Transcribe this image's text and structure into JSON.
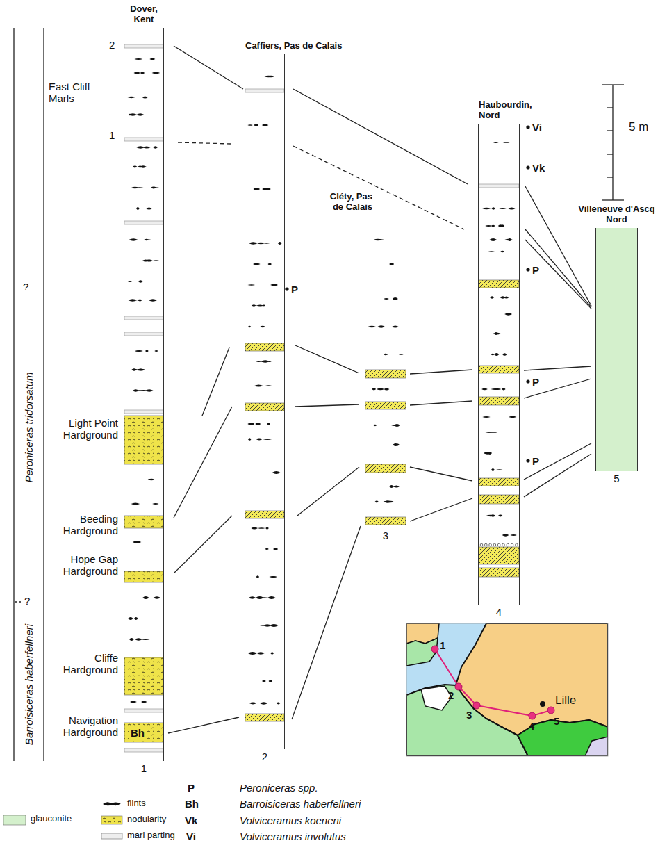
{
  "diagram": {
    "nodes": [
      {
        "text": [
          "Dover, Kent",
          "1"
        ]
      },
      {
        "text": [
          "Caffiers, Pas de Calais",
          "2"
        ]
      },
      {
        "text": [
          "Cléty, Pas de Calais",
          "3"
        ]
      },
      {
        "text": [
          "Haubourdin, Nord",
          "4"
        ]
      },
      {
        "text": [
          "Villeneuve d'Ascq Nord",
          "5"
        ]
      }
    ],
    "edges": [
      {
        "from": 0,
        "to": 1,
        "arrow": "none"
      },
      {
        "from": 0,
        "to": 1,
        "arrow": "none"
      },
      {
        "from": 0,
        "to": 1,
        "arrow": "none"
      },
      {
        "from": 0,
        "to": 1,
        "arrow": "none"
      },
      {
        "from": 0,
        "to": 1,
        "arrow": "none"
      },
      {
        "from": 0,
        "to": 1,
        "arrow": "none"
      },
      {
        "from": 1,
        "to": 3,
        "arrow": "none"
      },
      {
        "from": 1,
        "to": 3,
        "arrow": "none"
      },
      {
        "from": 1,
        "to": 2,
        "arrow": "none"
      },
      {
        "from": 1,
        "to": 2,
        "arrow": "none"
      },
      {
        "from": 1,
        "to": 2,
        "arrow": "none"
      },
      {
        "from": 1,
        "to": 2,
        "arrow": "none"
      },
      {
        "from": 2,
        "to": 3,
        "arrow": "none"
      },
      {
        "from": 2,
        "to": 3,
        "arrow": "none"
      },
      {
        "from": 2,
        "to": 3,
        "arrow": "none"
      },
      {
        "from": 2,
        "to": 3,
        "arrow": "none"
      },
      {
        "from": 3,
        "to": 4,
        "arrow": "none"
      },
      {
        "from": 3,
        "to": 4,
        "arrow": "none"
      },
      {
        "from": 3,
        "to": 4,
        "arrow": "none"
      },
      {
        "from": 3,
        "to": 4,
        "arrow": "none"
      },
      {
        "from": 3,
        "to": 4,
        "arrow": "none"
      },
      {
        "from": 3,
        "to": 4,
        "arrow": "none"
      },
      {
        "from": 3,
        "to": 4,
        "arrow": "none"
      }
    ],
    "labels": [
      "2",
      "East Cliff Marls",
      "1",
      "?",
      "Peroniceras tridorsatum",
      "?",
      "Barroisiceras haberfellneri",
      "Light Point Hardground",
      "Beeding Hardground",
      "Hope Gap Hardground",
      "Cliffe Hardground",
      "Navigation Hardground",
      "Bh",
      "P",
      "Vi",
      "Vk",
      "P",
      "P",
      "P",
      "5 m",
      "1",
      "2",
      "3",
      "4",
      "5",
      "Lille",
      "P",
      "Peroniceras spp.",
      "Bh",
      "Barroisiceras haberfellneri",
      "Vk",
      "Volviceramus koeneni",
      "Vi",
      "Volviceramus involutus"
    ],
    "legend": [
      {
        "text": "glauconite",
        "color": "#d4f0cc"
      },
      {
        "text": "flints"
      },
      {
        "text": "nodularity"
      },
      {
        "text": "marl parting"
      }
    ]
  }
}
